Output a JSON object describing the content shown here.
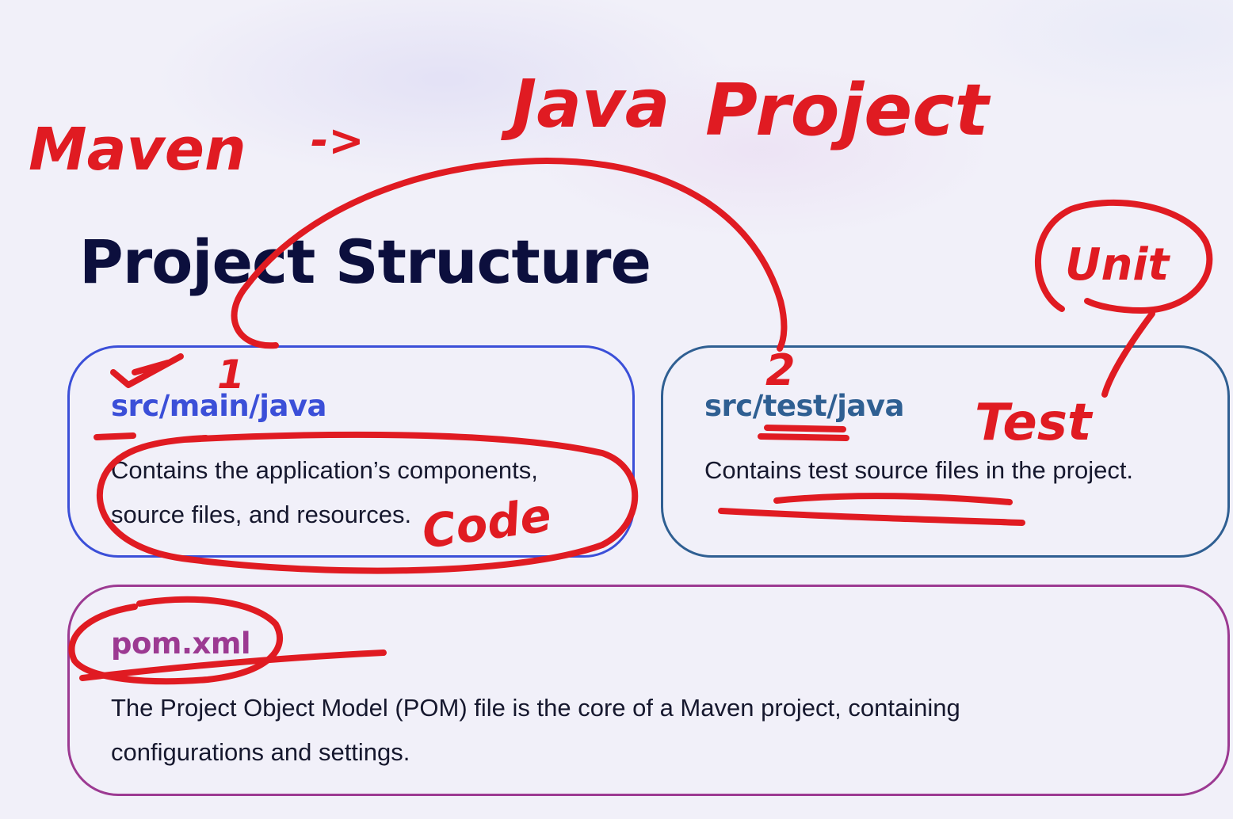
{
  "slide": {
    "title": "Project Structure"
  },
  "cards": {
    "main": {
      "heading": "src/main/java",
      "body": "Contains the application’s components, source files, and resources.",
      "accent": "#3b4fd8"
    },
    "test": {
      "heading": "src/test/java",
      "body": "Contains test source files in the project.",
      "accent": "#2f5f92"
    },
    "pom": {
      "heading": "pom.xml",
      "body": "The Project Object Model (POM) file is the core of a Maven project, containing configurations and settings.",
      "accent": "#9c3a92"
    }
  },
  "annotations": {
    "ink_color": "#e01b22",
    "maven": "Maven",
    "arrow": "->",
    "java": "Java",
    "project": "Project",
    "code": "Code",
    "test": "Test",
    "unit": "Unit",
    "num_1": "1",
    "num_2": "2"
  },
  "colors": {
    "background": "#f1f0f9",
    "title": "#0c0f3d",
    "body_text": "#16182e"
  }
}
